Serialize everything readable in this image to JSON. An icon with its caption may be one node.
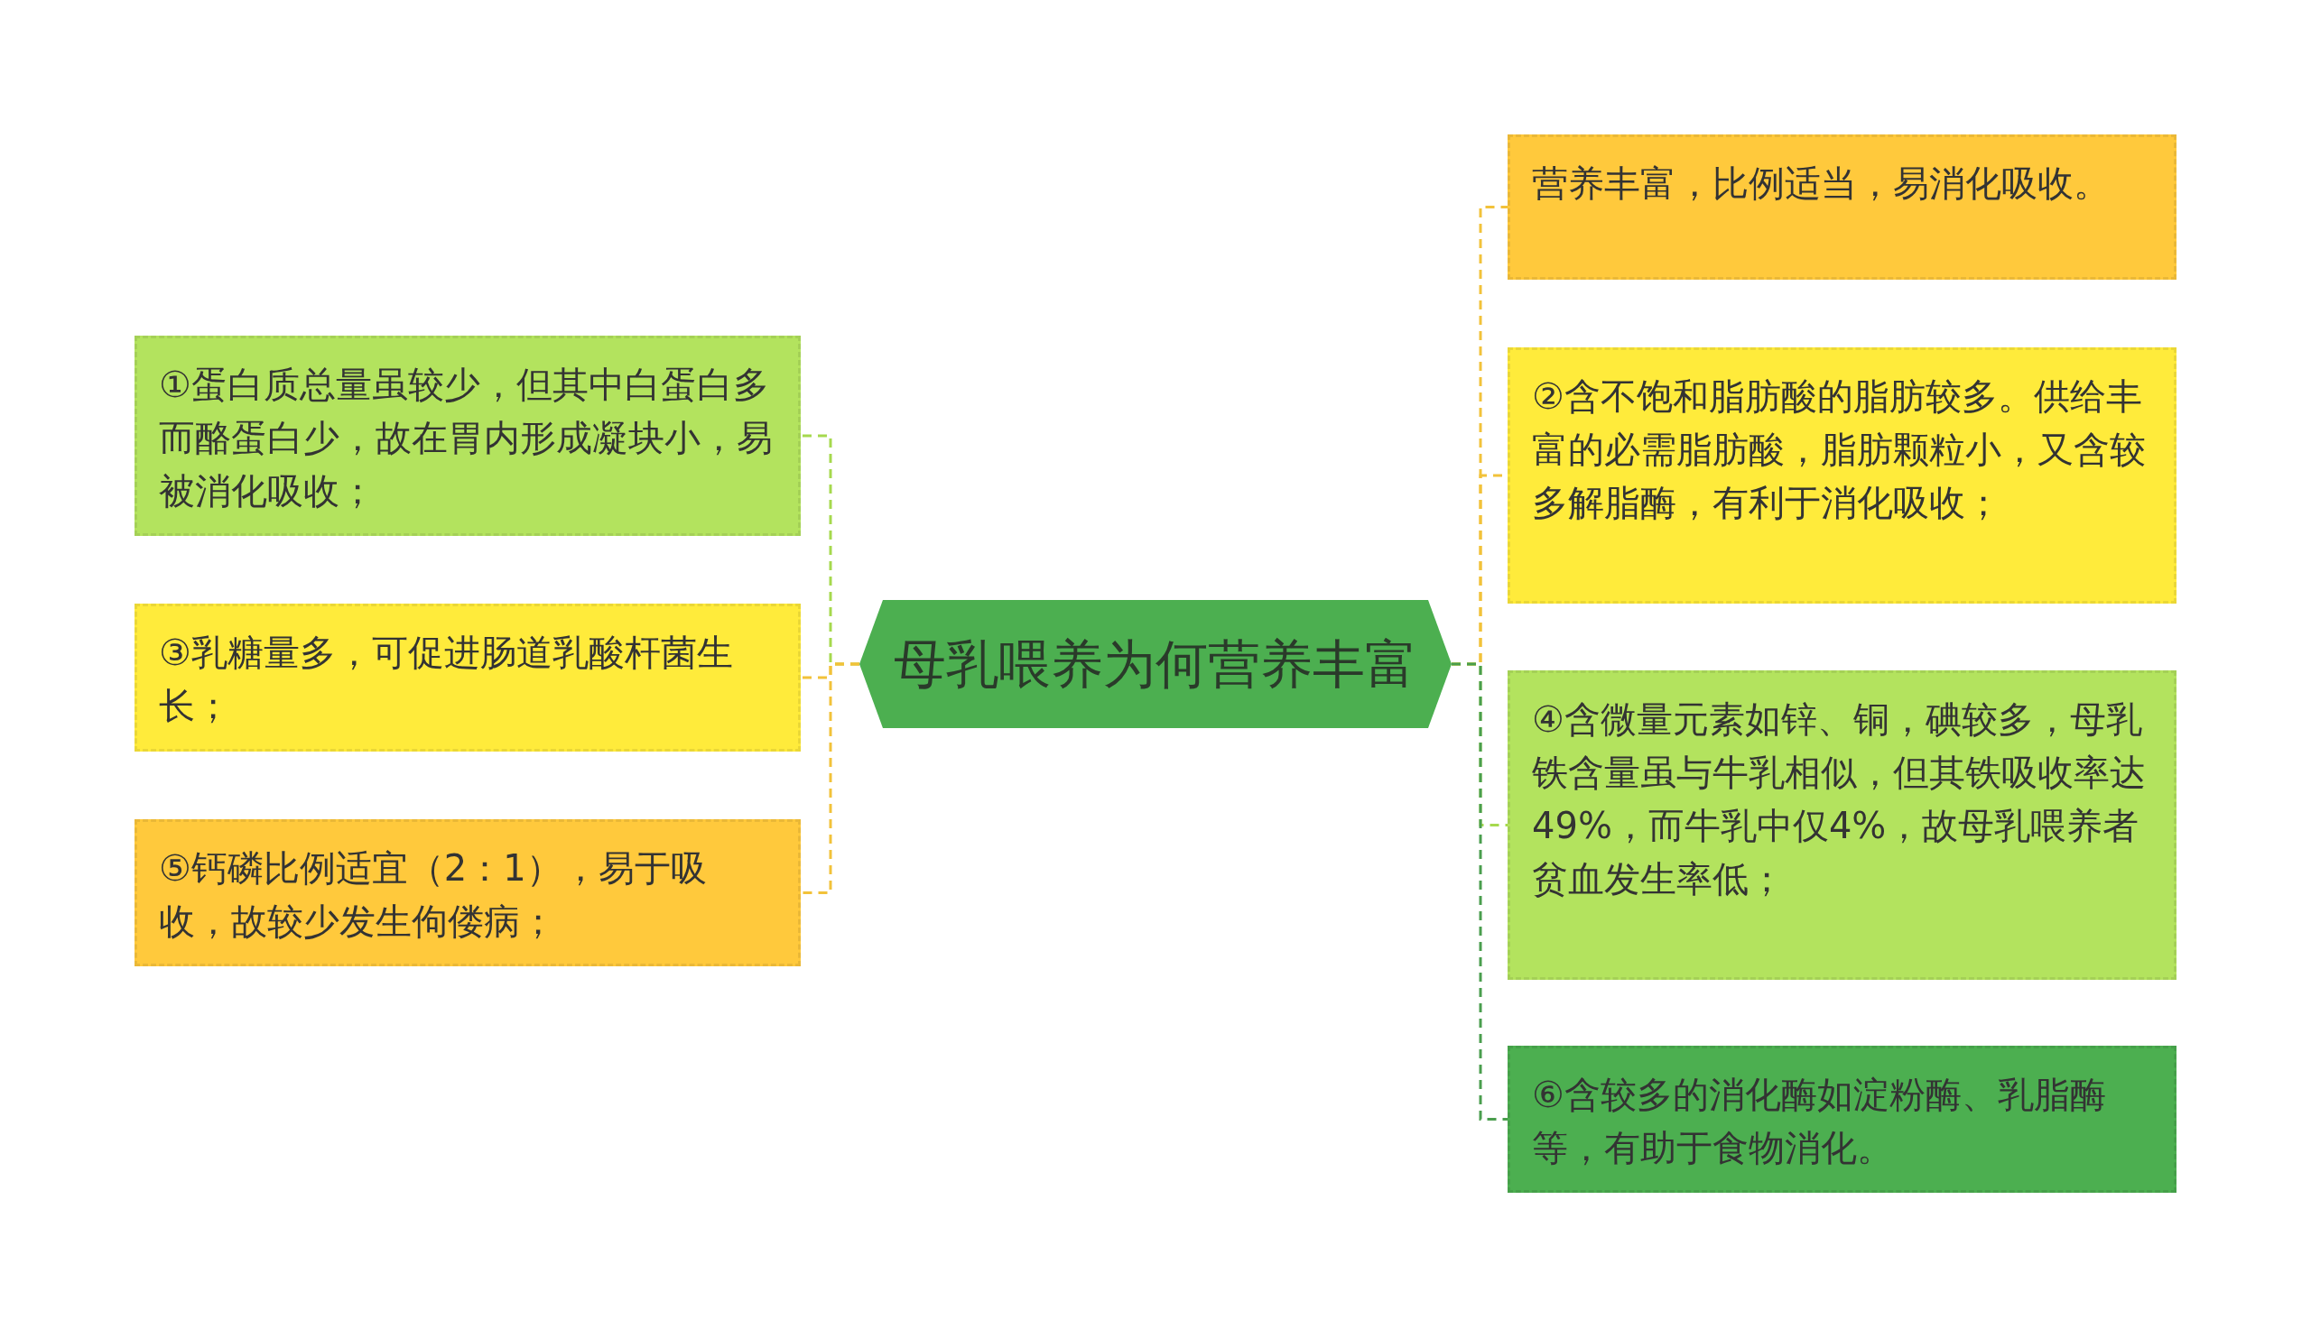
{
  "diagram": {
    "nodes": [
      {
        "text": [
          "母乳喂养为何营养丰富"
        ]
      },
      {
        "text": [
          "营养丰富，比例适当，易消化吸收。"
        ]
      },
      {
        "text": [
          "①蛋白质总量虽较少，但其中白蛋白多而酪蛋白少，故在胃内形成凝块小，易被消化吸收；"
        ]
      },
      {
        "text": [
          "②含不饱和脂肪酸的脂肪较多。供给丰富的必需脂肪酸，脂肪颗粒小，又含较多解脂酶，有利于消化吸收；"
        ]
      },
      {
        "text": [
          "③乳糖量多，可促进肠道乳酸杆菌生长；"
        ]
      },
      {
        "text": [
          "④含微量元素如锌、铜，碘较多，母乳铁含量虽与牛乳相似，但其铁吸收率达49%，而牛乳中仅4%，故母乳喂养者贫血发生率低；"
        ]
      },
      {
        "text": [
          "⑤钙磷比例适宜（2：1），易于吸收，故较少发生佝偻病；"
        ]
      },
      {
        "text": [
          "⑥含较多的消化酶如淀粉酶、乳脂酶等，有助于食物消化。"
        ]
      }
    ],
    "edges": [
      {
        "from": 0,
        "to": 1,
        "arrow": "none",
        "style": "dashed",
        "color": "#f2c23a"
      },
      {
        "from": 0,
        "to": 2,
        "arrow": "none",
        "style": "dashed",
        "color": "#a6d94e"
      },
      {
        "from": 0,
        "to": 3,
        "arrow": "none",
        "style": "dashed",
        "color": "#f2c23a"
      },
      {
        "from": 0,
        "to": 4,
        "arrow": "none",
        "style": "dashed",
        "color": "#f2c23a"
      },
      {
        "from": 0,
        "to": 5,
        "arrow": "none",
        "style": "dashed",
        "color": "#a6d94e"
      },
      {
        "from": 0,
        "to": 6,
        "arrow": "none",
        "style": "dashed",
        "color": "#f2c23a"
      },
      {
        "from": 0,
        "to": 7,
        "arrow": "none",
        "style": "dashed",
        "color": "#4a9e4e"
      }
    ]
  }
}
